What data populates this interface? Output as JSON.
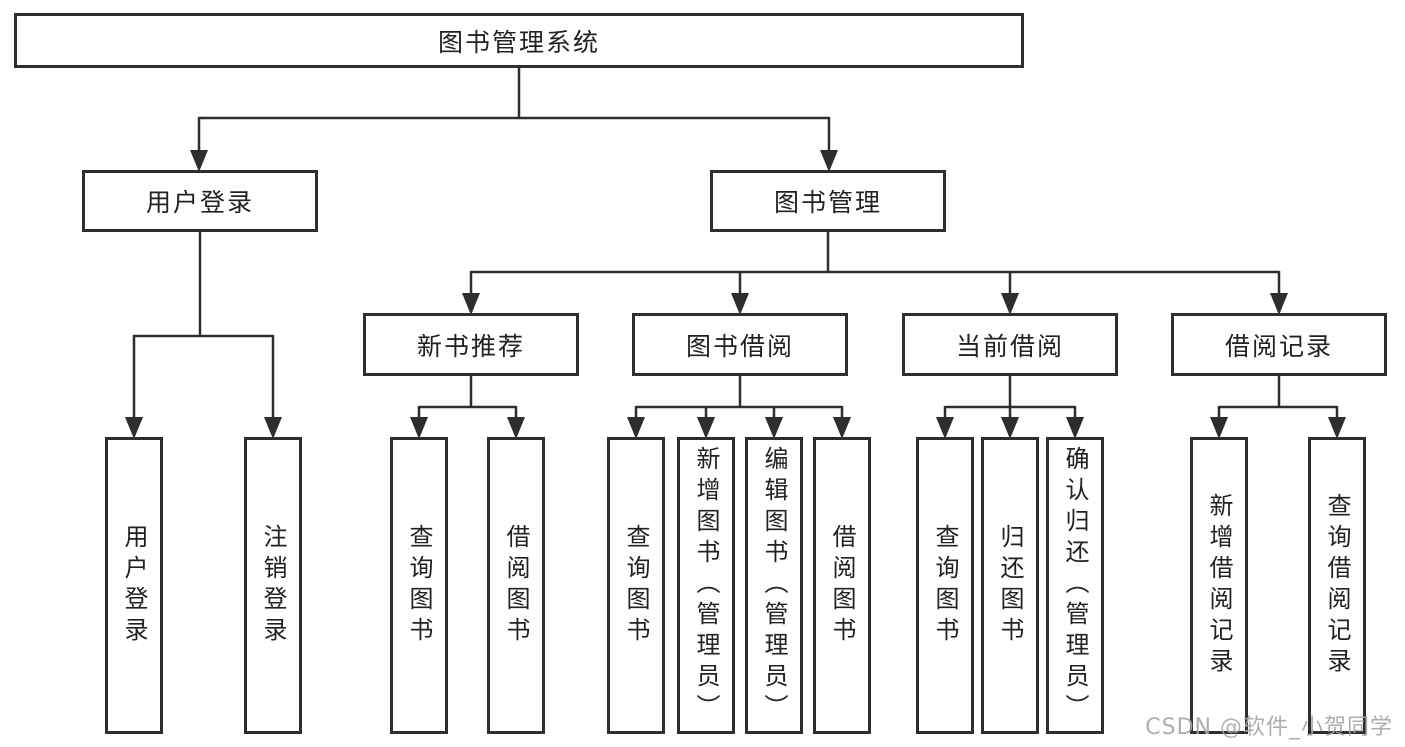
{
  "tree": {
    "label": "图书管理系统",
    "children": [
      {
        "label": "用户登录",
        "children": [
          {
            "label": "用户登录"
          },
          {
            "label": "注销登录"
          }
        ]
      },
      {
        "label": "图书管理",
        "children": [
          {
            "label": "新书推荐",
            "children": [
              {
                "label": "查询图书"
              },
              {
                "label": "借阅图书"
              }
            ]
          },
          {
            "label": "图书借阅",
            "children": [
              {
                "label": "查询图书"
              },
              {
                "label": "新增图书（管理员）"
              },
              {
                "label": "编辑图书（管理员）"
              },
              {
                "label": "借阅图书"
              }
            ]
          },
          {
            "label": "当前借阅",
            "children": [
              {
                "label": "查询图书"
              },
              {
                "label": "归还图书"
              },
              {
                "label": "确认归还（管理员）"
              }
            ]
          },
          {
            "label": "借阅记录",
            "children": [
              {
                "label": "新增借阅记录"
              },
              {
                "label": "查询借阅记录"
              }
            ]
          }
        ]
      }
    ]
  },
  "watermark": "CSDN @软件_小贺同学",
  "colors": {
    "line": "#2e2e2e",
    "text": "#222222",
    "background": "#ffffff",
    "watermark": "#a5a5a5"
  }
}
